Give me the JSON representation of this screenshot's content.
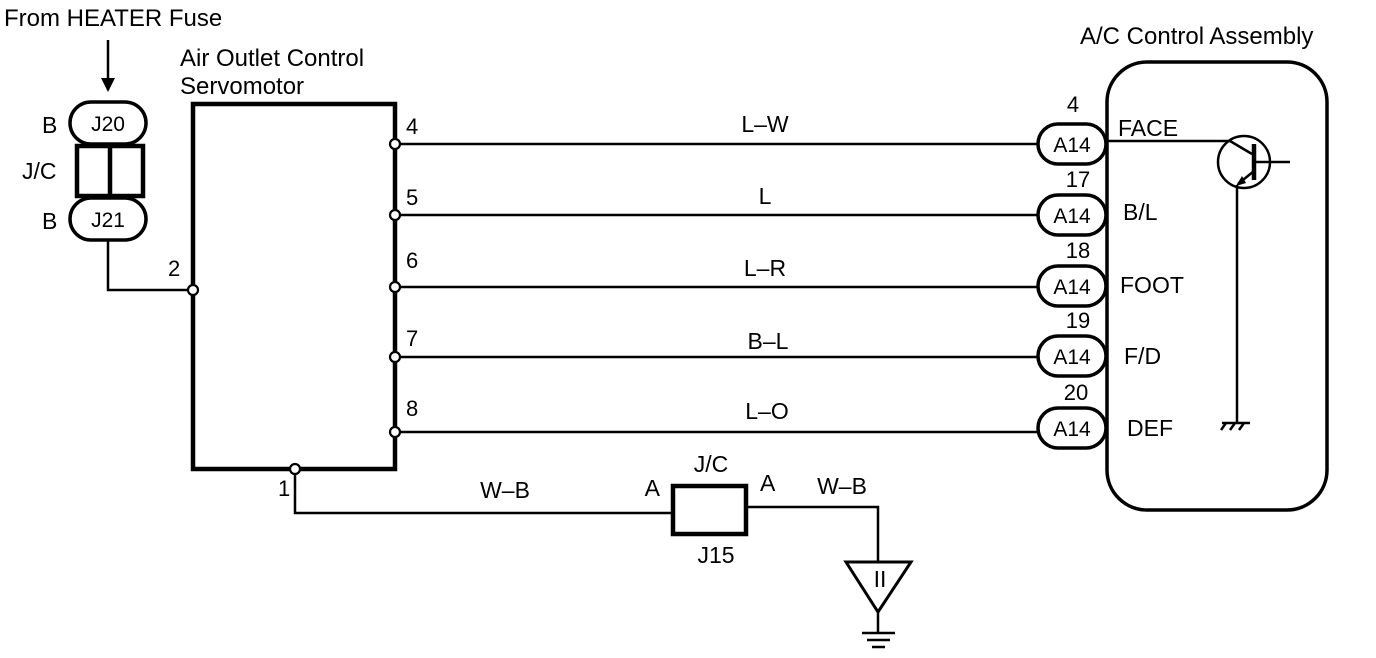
{
  "source": {
    "label": "From HEATER Fuse"
  },
  "servomotor": {
    "title_line1": "Air Outlet Control",
    "title_line2": "Servomotor",
    "pin2": "2",
    "pin1": "1"
  },
  "junction_left": {
    "upper_code": "J20",
    "upper_letter": "B",
    "lower_code": "J21",
    "lower_letter": "B",
    "label": "J/C"
  },
  "ac_control": {
    "title": "A/C Control Assembly"
  },
  "circuits": [
    {
      "servo_pin": "4",
      "wire": "L–W",
      "connector": "A14",
      "ac_pin": "4",
      "function": "FACE"
    },
    {
      "servo_pin": "5",
      "wire": "L",
      "connector": "A14",
      "ac_pin": "17",
      "function": "B/L"
    },
    {
      "servo_pin": "6",
      "wire": "L–R",
      "connector": "A14",
      "ac_pin": "18",
      "function": "FOOT"
    },
    {
      "servo_pin": "7",
      "wire": "B–L",
      "connector": "A14",
      "ac_pin": "19",
      "function": "F/D"
    },
    {
      "servo_pin": "8",
      "wire": "L–O",
      "connector": "A14",
      "ac_pin": "20",
      "function": "DEF"
    }
  ],
  "ground_path": {
    "wire_left": "W–B",
    "wire_right": "W–B",
    "jc_label": "J/C",
    "jc_code": "J15",
    "side_left": "A",
    "side_right": "A",
    "ground_point": "II"
  }
}
